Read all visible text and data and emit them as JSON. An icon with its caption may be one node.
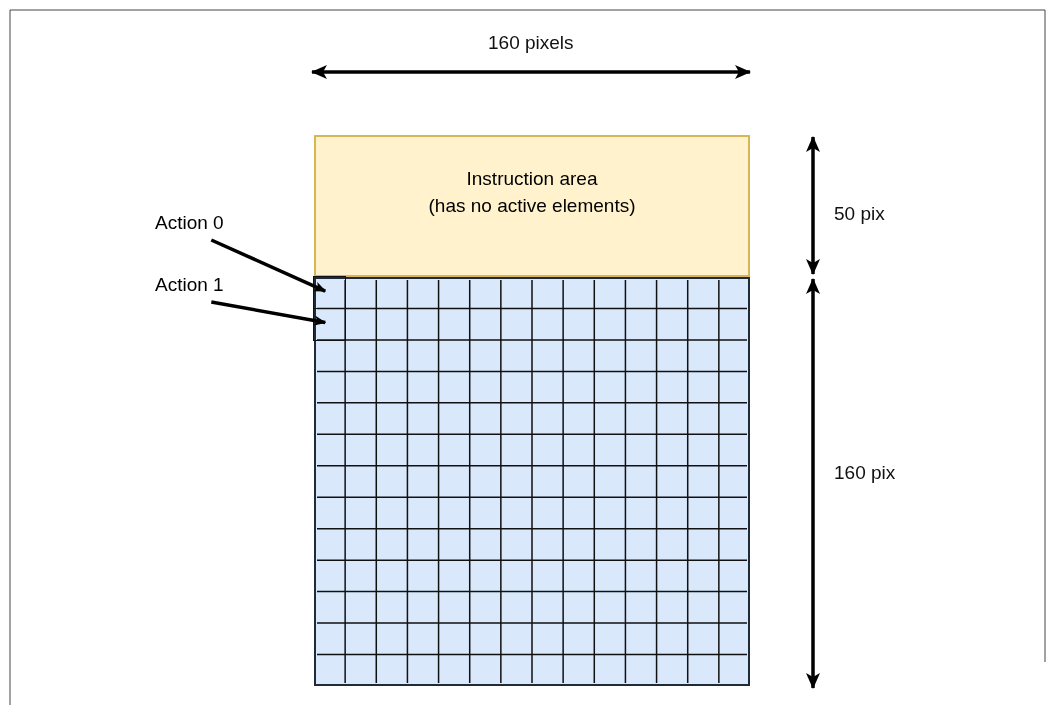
{
  "diagram": {
    "nodes": [
      {
        "text": [
          "Instruction area",
          "(has no active elements)"
        ]
      },
      {
        "text": [
          "Action 0"
        ]
      },
      {
        "text": [
          "Action 1"
        ]
      },
      {
        "text": [],
        "shape": "box"
      },
      {
        "text": [],
        "shape": "box",
        "in": 3
      },
      {
        "text": [],
        "shape": "box",
        "in": 3
      }
    ],
    "edges": [
      {
        "from": 1,
        "to": 4,
        "arrow": "to"
      },
      {
        "from": 2,
        "to": 5,
        "arrow": "to"
      }
    ],
    "labels": [
      "160 pixels",
      "50 pix",
      "160 pix"
    ]
  }
}
